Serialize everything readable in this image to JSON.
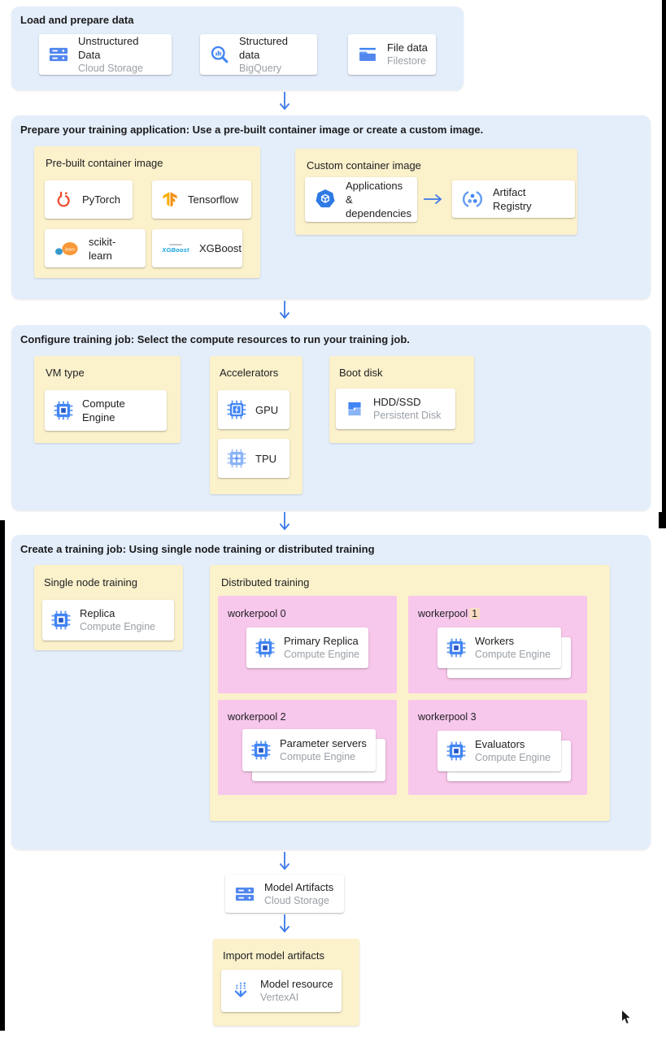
{
  "colors": {
    "section_bg": "#e4eefb",
    "panel_bg": "#fbf1cb",
    "workerpool_bg": "#f8c7ec",
    "arrow": "#3b78e8",
    "highlight": "#f8dcc3",
    "icon_blue": "#4285f4",
    "icon_light_blue": "#8ab4f8",
    "pytorch_orange": "#ee4c2c",
    "tensorflow_orange": "#f29111"
  },
  "sections": {
    "load": {
      "title": "Load and prepare data",
      "cards": [
        {
          "title": "Unstructured Data",
          "subtitle": "Cloud Storage",
          "icon": "cloud-storage-icon"
        },
        {
          "title": "Structured data",
          "subtitle": "BigQuery",
          "icon": "bigquery-icon"
        },
        {
          "title": "File data",
          "subtitle": "Filestore",
          "icon": "filestore-icon"
        }
      ]
    },
    "prepare": {
      "title": "Prepare your training application: Use a pre-built container image or create a custom image.",
      "prebuilt": {
        "title": "Pre-built container image",
        "cards": [
          {
            "title": "PyTorch",
            "icon": "pytorch-icon"
          },
          {
            "title": "Tensorflow",
            "icon": "tensorflow-icon"
          },
          {
            "title": "scikit-learn",
            "icon": "scikit-learn-icon",
            "logo_text": "learn"
          },
          {
            "title": "XGBoost",
            "icon": "xgboost-logo-icon",
            "logo_text": "XGBoost"
          }
        ]
      },
      "custom": {
        "title": "Custom container image",
        "cards": [
          {
            "title": "Applications & dependencies",
            "icon": "applications-dependencies-icon"
          },
          {
            "title": "Artifact Registry",
            "icon": "artifact-registry-icon"
          }
        ]
      }
    },
    "configure": {
      "title": "Configure training job: Select the compute resources to run your training job.",
      "vm_type": {
        "title": "VM type",
        "card": {
          "title": "Compute Engine",
          "icon": "compute-engine-icon"
        }
      },
      "accelerators": {
        "title": "Accelerators",
        "cards": [
          {
            "title": "GPU",
            "icon": "gpu-icon"
          },
          {
            "title": "TPU",
            "icon": "tpu-icon"
          }
        ]
      },
      "boot_disk": {
        "title": "Boot disk",
        "card": {
          "title": "HDD/SSD",
          "subtitle": "Persistent Disk",
          "icon": "persistent-disk-icon"
        }
      }
    },
    "create": {
      "title": "Create a training job: Using single node training or distributed training",
      "single": {
        "title": "Single node training",
        "card": {
          "title": "Replica",
          "subtitle": "Compute Engine",
          "icon": "compute-engine-icon"
        }
      },
      "distributed": {
        "title": "Distributed training",
        "workerpools": [
          {
            "label": "workerpool 0",
            "card": {
              "title": "Primary Replica",
              "subtitle": "Compute Engine"
            },
            "stacked": false
          },
          {
            "label": "workerpool",
            "number": "1",
            "card": {
              "title": "Workers",
              "subtitle": "Compute Engine"
            },
            "stacked": true
          },
          {
            "label": "workerpool 2",
            "card": {
              "title": "Parameter servers",
              "subtitle": "Compute Engine"
            },
            "stacked": true
          },
          {
            "label": "workerpool 3",
            "card": {
              "title": "Evaluators",
              "subtitle": "Compute Engine"
            },
            "stacked": true
          }
        ]
      }
    },
    "model_artifacts": {
      "title": "Model Artifacts",
      "subtitle": "Cloud Storage",
      "icon": "cloud-storage-icon"
    },
    "import_model": {
      "title": "Import model artifacts",
      "card": {
        "title": "Model resource",
        "subtitle": "VertexAI",
        "icon": "vertex-ai-icon"
      }
    }
  }
}
